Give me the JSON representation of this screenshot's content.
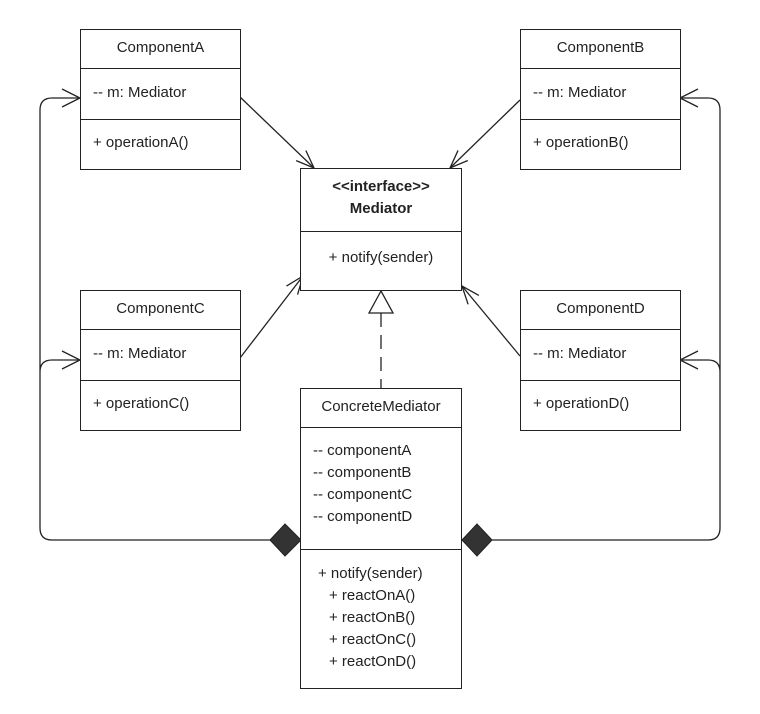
{
  "interface": {
    "stereotype": "<<interface>>",
    "name": "Mediator",
    "method": "+ notify(sender)"
  },
  "componentA": {
    "name": "ComponentA",
    "field": "-- m: Mediator",
    "method": "+ operationA()"
  },
  "componentB": {
    "name": "ComponentB",
    "field": "-- m: Mediator",
    "method": "+ operationB()"
  },
  "componentC": {
    "name": "ComponentC",
    "field": "-- m: Mediator",
    "method": "+ operationC()"
  },
  "componentD": {
    "name": "ComponentD",
    "field": "-- m: Mediator",
    "method": "+ operationD()"
  },
  "concrete": {
    "name": "ConcreteMediator",
    "fields": [
      "-- componentA",
      "-- componentB",
      "-- componentC",
      "-- componentD"
    ],
    "methods": [
      "+ notify(sender)",
      "+ reactOnA()",
      "+ reactOnB()",
      "+ reactOnC()",
      "+ reactOnD()"
    ]
  },
  "colors": {
    "stroke": "#222222",
    "background": "#ffffff"
  }
}
